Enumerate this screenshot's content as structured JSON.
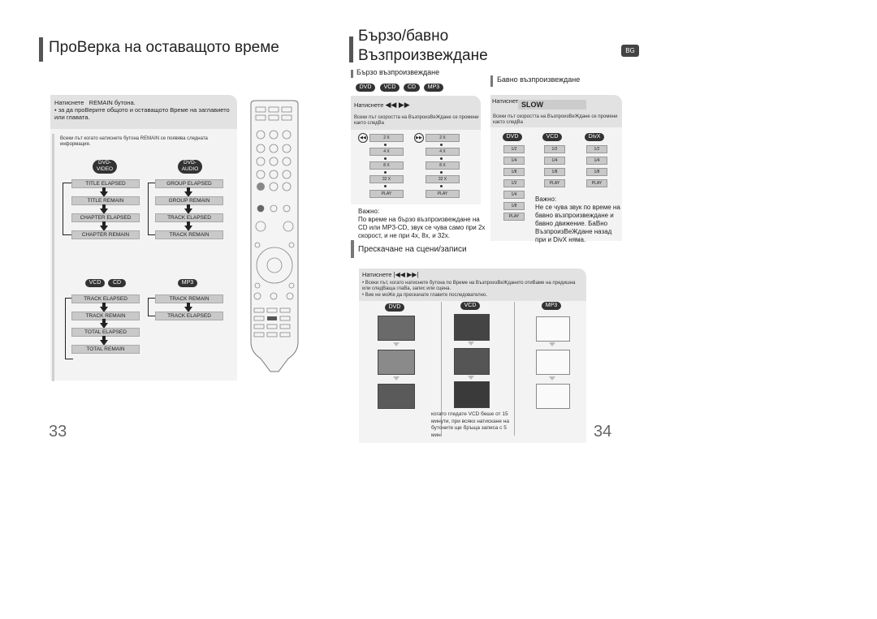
{
  "left": {
    "title": "ПроВерка на оставащото време",
    "instruction": {
      "press": "Натиснете",
      "button": "REMAIN бутона.",
      "bullet": "• за да проВерите общото и оставащото Време на заглавието или главата."
    },
    "note": "Всеки път когато натиснете бутона REMAIN се появява следната информация.",
    "pill_dvd_video": "DVD-VIDEO",
    "pill_dvd_audio": "DVD-AUDIO",
    "pill_vcd": "VCD",
    "pill_cd": "CD",
    "pill_mp3": "MP3",
    "flow_dvd_video": [
      "TITLE ELAPSED",
      "TITLE REMAIN",
      "CHAPTER ELAPSED",
      "CHAPTER REMAIN"
    ],
    "flow_dvd_audio": [
      "GROUP ELAPSED",
      "GROUP REMAIN",
      "TRACK ELAPSED",
      "TRACK REMAIN"
    ],
    "flow_vcd_cd": [
      "TRACK ELAPSED",
      "TRACK REMAIN",
      "TOTAL ELAPSED",
      "TOTAL REMAIN"
    ],
    "flow_mp3": [
      "TRACK REMAIN",
      "TRACK ELAPSED"
    ],
    "page_number": "33"
  },
  "right": {
    "title_line1": "Бързо/бавно",
    "title_line2": "Възпроизвеждане",
    "lang_badge": "BG",
    "fast": {
      "heading": "Бързо възпроизвеждане",
      "pills": [
        "DVD",
        "VCD",
        "CD",
        "MP3"
      ],
      "press": "Натиснете",
      "note": "Всеки път скоростта на ВъзпроизВеЖдане се промени както следВа",
      "col1": [
        "2 X",
        "4 X",
        "8 X",
        "32 X",
        "PLAY"
      ],
      "col2": [
        "2 X",
        "4 X",
        "8 X",
        "32 X",
        "PLAY"
      ],
      "important_label": "Важно:",
      "important_text": "По време на бързо възпроизвеждане на CD или MP3-CD, звук се чува само при 2x скорост, и не при 4x, 8x, и 32x."
    },
    "slow": {
      "heading": "Бавно възпроизвеждане",
      "press": "Натиснете",
      "button": "SLOW",
      "note": "Всеки път скоростта на ВъзпроизВеЖдане се промени както следВа",
      "pills": [
        "DVD",
        "VCD",
        "DivX"
      ],
      "dvd": [
        "1/2",
        "1/4",
        "1/8",
        "1/2",
        "1/4",
        "1/8",
        "PLAY"
      ],
      "vcd": [
        "1/2",
        "1/4",
        "1/8",
        "PLAY"
      ],
      "divx": [
        "1/2",
        "1/4",
        "1/8",
        "PLAY"
      ],
      "important_label": "Важно:",
      "important_text": "Не се чува звук по време на бавно възпроизвеждане и бавно движение. БаВно ВъзпроизВеЖдане назад при и DivX няма."
    },
    "skip": {
      "heading": "Прескачане на   сцени/записи",
      "press": "Натиснете",
      "bullet1": "• Всеки път, когато натиснете бутона по Време на ВъзпроизВеЖдането отиВаме на предишна или следВаща глаВа, запис или сцена.",
      "bullet2": "• Вие не моЖе да прескачате  главите последователно.",
      "pills": [
        "DVD",
        "VCD",
        "MP3"
      ],
      "vcd_note": "когато гледате VCD беше от 15 минути, при всяко натискане на бутоните ще бръща записа с 5 мин."
    },
    "page_number": "34"
  },
  "colors": {
    "accent": "#333333",
    "panel": "#e2e2e2",
    "box": "#c9c9c9"
  }
}
